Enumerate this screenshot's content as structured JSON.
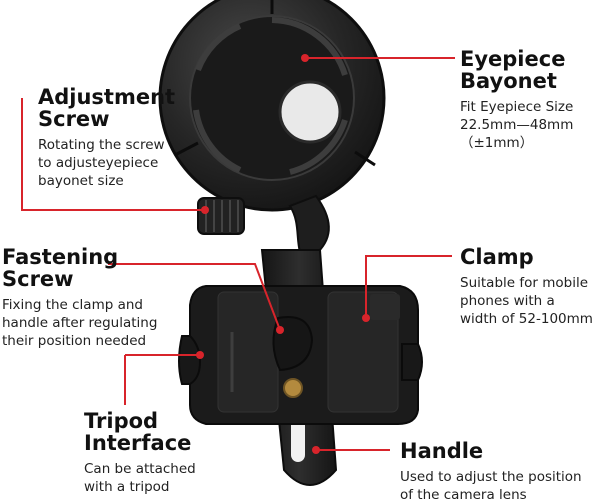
{
  "callouts": {
    "eyepiece_bayonet": {
      "title": "Eyepiece\nBayonet",
      "desc": "Fit Eyepiece Size\n22.5mm—48mm\n（±1mm）"
    },
    "adjustment_screw": {
      "title": "Adjustment\nScrew",
      "desc": "Rotating the screw\nto adjusteyepiece\nbayonet size"
    },
    "fastening_screw": {
      "title": "Fastening\nScrew",
      "desc": "Fixing the clamp and\nhandle after regulating\ntheir position needed"
    },
    "clamp": {
      "title": "Clamp",
      "desc": "Suitable for mobile\nphones with a\nwidth of 52-100mm"
    },
    "tripod_interface": {
      "title": "Tripod\nInterface",
      "desc": "Can be attached\nwith a tripod"
    },
    "handle": {
      "title": "Handle",
      "desc": "Used to adjust the position\nof the camera lens"
    }
  },
  "colors": {
    "leader_line": "#d8242b",
    "product_body": "#1e1e1e",
    "product_highlight": "#4a4a4a",
    "brass_insert": "#b38a3e"
  }
}
